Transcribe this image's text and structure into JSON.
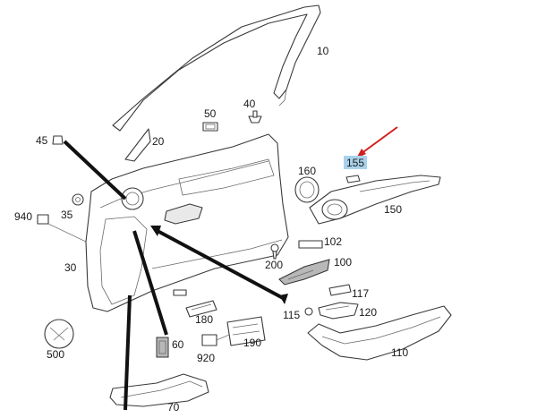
{
  "callouts": {
    "c10": "10",
    "c20": "20",
    "c30": "30",
    "c35": "35",
    "c40": "40",
    "c45": "45",
    "c50": "50",
    "c60": "60",
    "c70": "70",
    "c100": "100",
    "c102": "102",
    "c110": "110",
    "c115": "115",
    "c117": "117",
    "c120": "120",
    "c150": "150",
    "c155": "155",
    "c160": "160",
    "c180": "180",
    "c190": "190",
    "c200": "200",
    "c500": "500",
    "c920": "920",
    "c940": "940"
  },
  "colors": {
    "highlight": "#a9d2ea",
    "red_arrow": "#d11f1f",
    "line": "#3a3a3a"
  }
}
